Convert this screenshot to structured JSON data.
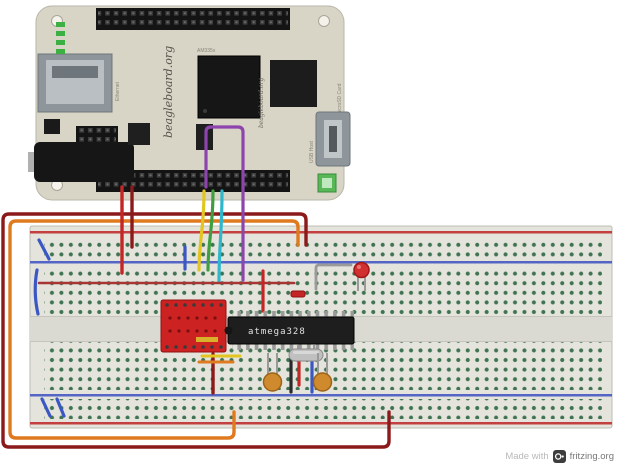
{
  "beaglebone": {
    "logo_text": "beagleboard.org",
    "logo_text_small": "beagleboard.org",
    "cpu_label": "AM335x",
    "usb_label": "USB Host",
    "sd_label": "microSD Card",
    "ethernet_label": "Ethernet",
    "body_color": "#d8d5c6"
  },
  "breadboard": {
    "body_color": "#e4e4dc",
    "channel_color": "#dadad2",
    "hole_color": "#3f7352",
    "rail_positive_color": "#c44040",
    "rail_negative_color": "#5565c5"
  },
  "components": {
    "mcu": {
      "label": "atmega328",
      "body_color": "#1e1e1e"
    },
    "module": {
      "body_color": "#cc2222"
    },
    "led": {
      "body_color": "#d23030"
    },
    "capacitor": {
      "body_color": "#cf8a2e"
    },
    "crystal": {
      "body_color": "#c0c0c0"
    }
  },
  "wires": [
    {
      "name": "bbb-5v-red",
      "color": "#c42626"
    },
    {
      "name": "bbb-darkred",
      "color": "#8b1a1a"
    },
    {
      "name": "bbb-yellow",
      "color": "#e3c51f"
    },
    {
      "name": "bbb-green",
      "color": "#3f9e3f"
    },
    {
      "name": "bbb-cyan",
      "color": "#2fb8cc"
    },
    {
      "name": "bbb-purple",
      "color": "#8e44ad"
    },
    {
      "name": "orange-power-loop",
      "color": "#e07a1f"
    },
    {
      "name": "darkred-power-loop",
      "color": "#8b1a1a"
    },
    {
      "name": "blue-jumper-top-left",
      "color": "#3a57c4"
    },
    {
      "name": "blue-jumper-left",
      "color": "#3a57c4"
    },
    {
      "name": "blue-jumper-top",
      "color": "#3a57c4"
    },
    {
      "name": "red-row-wire",
      "color": "#a83434"
    },
    {
      "name": "red-jumper-mid",
      "color": "#c42626"
    },
    {
      "name": "gray-led-wire",
      "color": "#9a9a9a"
    },
    {
      "name": "darkred-jumper-lower",
      "color": "#8b1a1a"
    },
    {
      "name": "orange-jumper-lower",
      "color": "#e07a1f"
    },
    {
      "name": "yellow-jumper-lower",
      "color": "#e3c51f"
    },
    {
      "name": "black-jumper-caps",
      "color": "#2a2a2a"
    },
    {
      "name": "red-jumper-caps",
      "color": "#c42626"
    },
    {
      "name": "blue-jumper-caps",
      "color": "#3a57c4"
    },
    {
      "name": "blue-jumper-bottom-left-1",
      "color": "#3a57c4"
    },
    {
      "name": "blue-jumper-bottom-left-2",
      "color": "#3a57c4"
    }
  ],
  "watermark": {
    "made_with": "Made with",
    "brand": "fritzing.org"
  }
}
